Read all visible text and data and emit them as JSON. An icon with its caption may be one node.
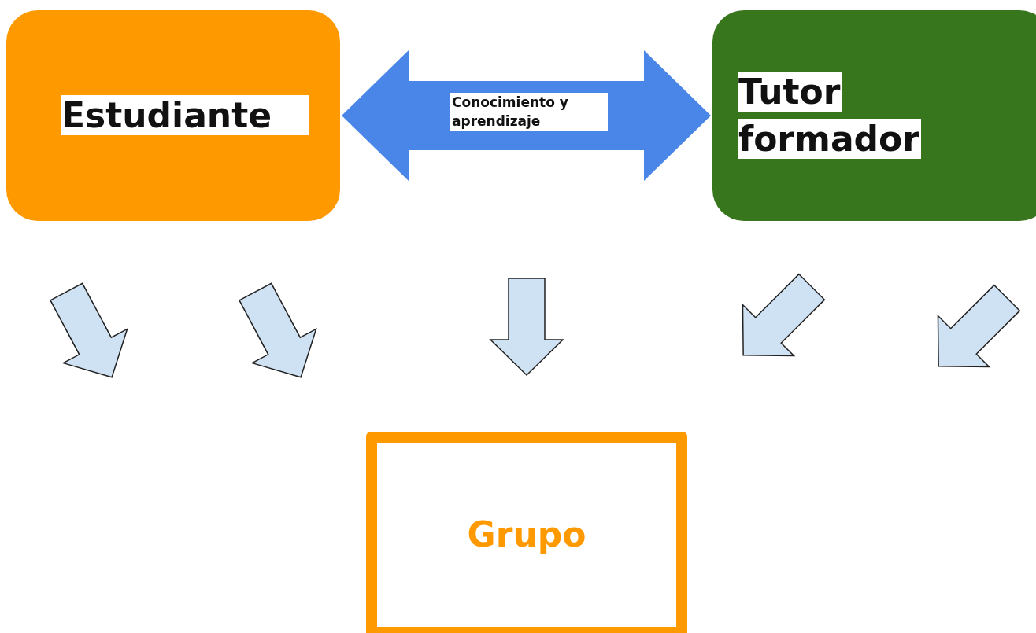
{
  "diagram": {
    "nodes": [
      {
        "text": [
          "Estudiante"
        ]
      },
      {
        "text": [
          "Tutor formador"
        ]
      },
      {
        "text": [
          "Grupo"
        ]
      }
    ],
    "edges": [
      {
        "from": 0,
        "to": 1,
        "arrow": "both",
        "label": "Conocimiento y aprendizaje"
      }
    ]
  }
}
